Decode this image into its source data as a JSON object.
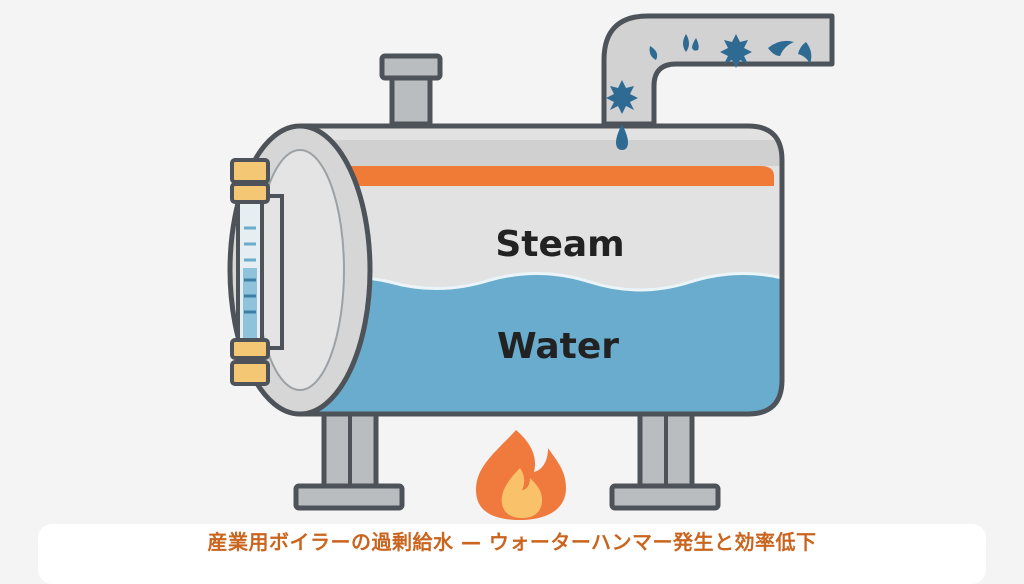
{
  "diagram": {
    "steam_label": "Steam",
    "water_label": "Water",
    "colors": {
      "outline": "#4d5358",
      "shell": "#dcdcdc",
      "water": "#6aaccd",
      "stripe": "#ef7b37",
      "gauge_cap": "#f3c774",
      "flame_outer": "#f07a3d",
      "flame_inner": "#f9c26a",
      "spray": "#2e6a92"
    },
    "icons": [
      "sight-glass-icon",
      "fire-icon",
      "water-droplet-icon",
      "water-splash-icon"
    ]
  },
  "caption": {
    "text": "産業用ボイラーの過剰給水 — ウォーターハンマー発生と効率低下"
  }
}
